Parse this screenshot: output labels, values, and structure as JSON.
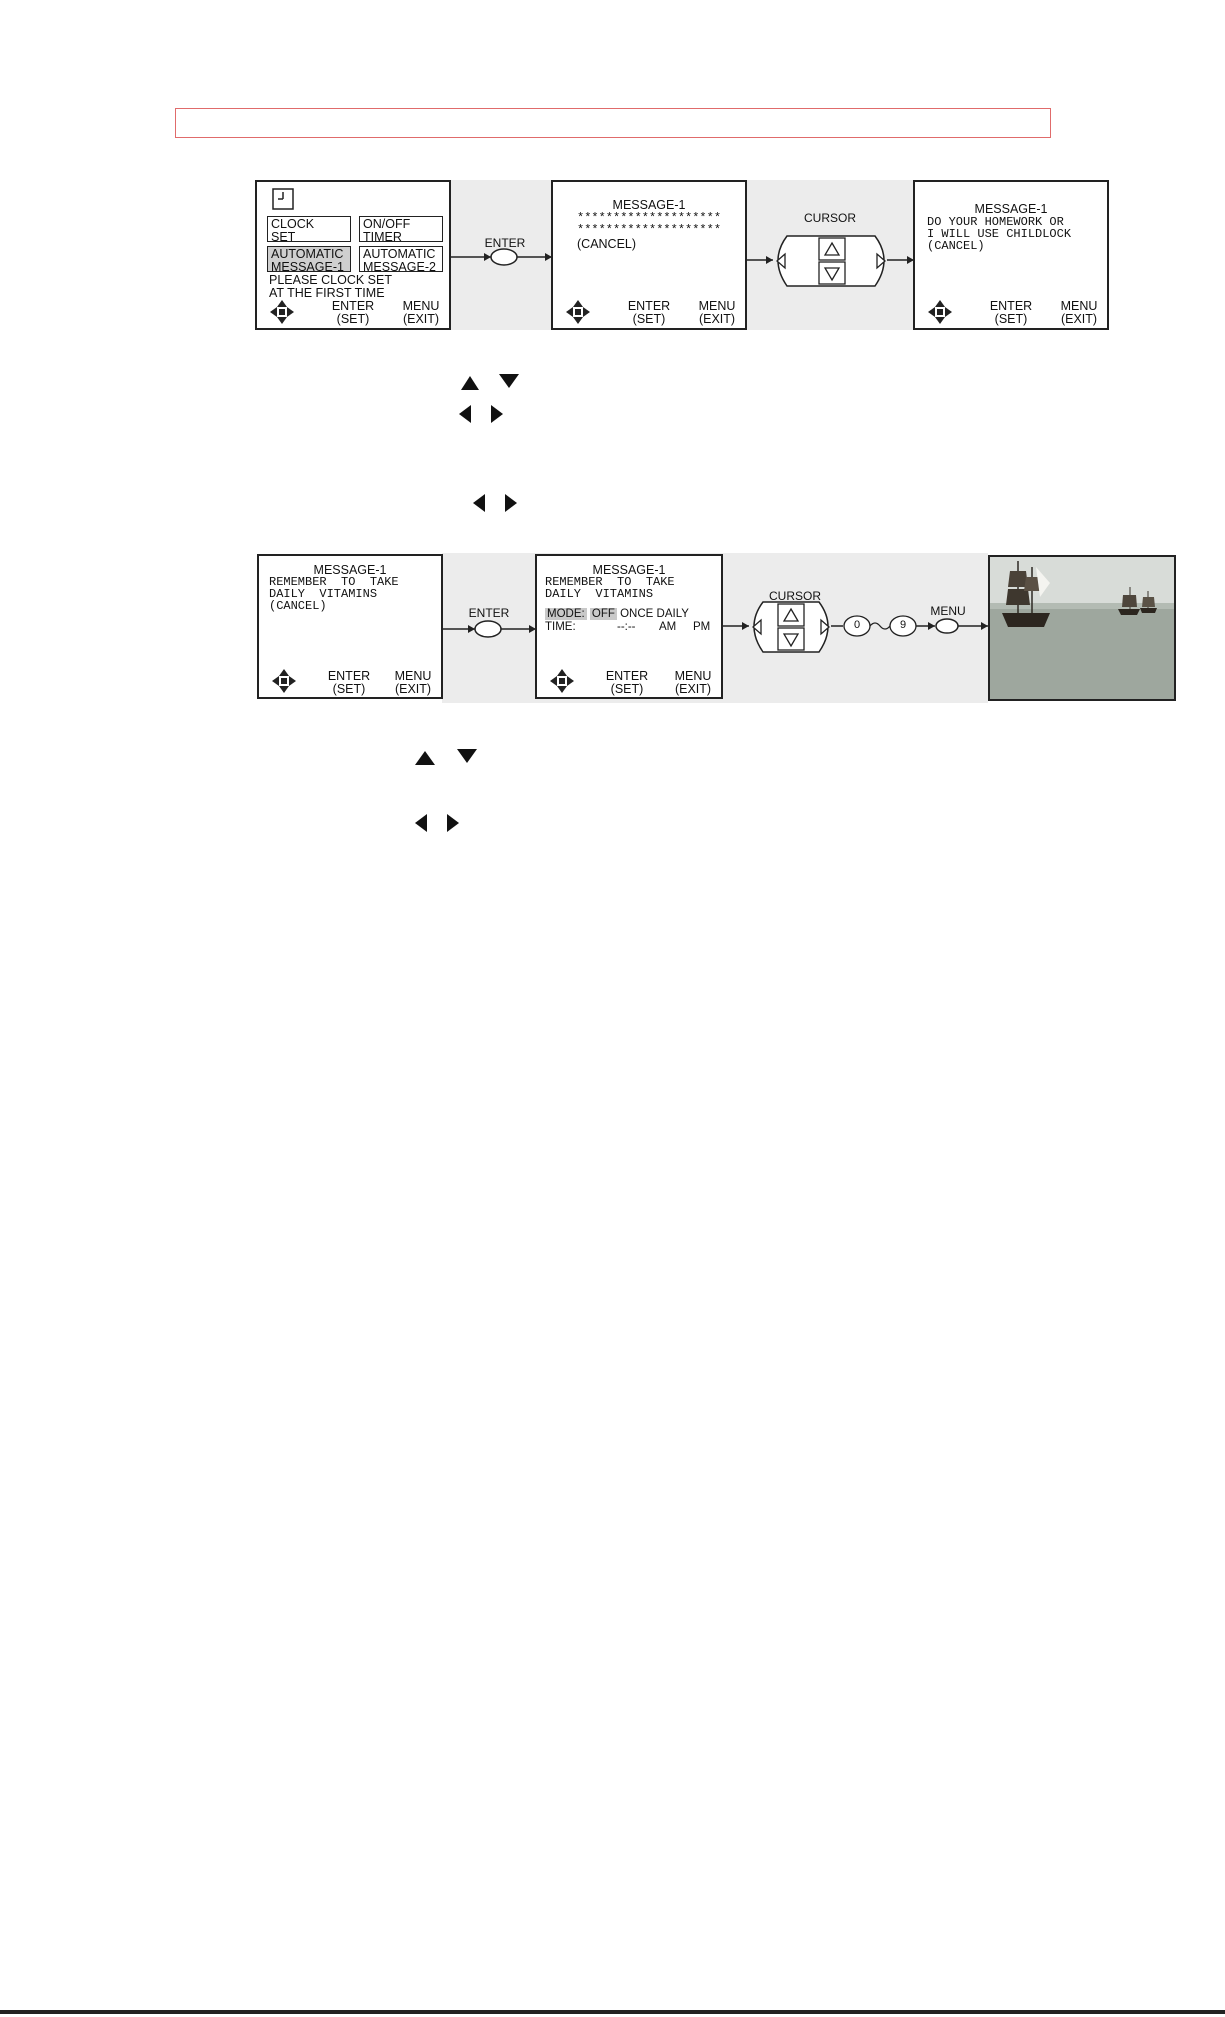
{
  "diagram1": {
    "screen1": {
      "clock_set": "CLOCK\nSET",
      "onoff_timer": "ON/OFF\nTIMER",
      "auto_msg1": "AUTOMATIC\nMESSAGE-1",
      "auto_msg2": "AUTOMATIC\nMESSAGE-2",
      "note": "PLEASE CLOCK SET\nAT THE FIRST TIME",
      "enter": "ENTER\n(SET)",
      "menu": "MENU\n(EXIT)"
    },
    "enter_label": "ENTER",
    "screen2": {
      "title": "MESSAGE-1",
      "stars1": "********************",
      "stars2": "********************",
      "cancel": "(CANCEL)",
      "enter": "ENTER\n(SET)",
      "menu": "MENU\n(EXIT)"
    },
    "cursor_label": "CURSOR",
    "screen3": {
      "title": "MESSAGE-1",
      "line1": "DO YOUR HOMEWORK OR",
      "line2": "I WILL USE CHILDLOCK",
      "cancel": "(CANCEL)",
      "enter": "ENTER\n(SET)",
      "menu": "MENU\n(EXIT)"
    }
  },
  "diagram2": {
    "screen1": {
      "title": "MESSAGE-1",
      "line1": "REMEMBER  TO  TAKE",
      "line2": "DAILY  VITAMINS",
      "cancel": "(CANCEL)",
      "enter": "ENTER\n(SET)",
      "menu": "MENU\n(EXIT)"
    },
    "enter_label": "ENTER",
    "screen2": {
      "title": "MESSAGE-1",
      "line1": "REMEMBER  TO  TAKE",
      "line2": "DAILY  VITAMINS",
      "mode": "MODE:",
      "off": "OFF",
      "once_daily": "ONCE DAILY",
      "time": "TIME:",
      "time_value": "--:--",
      "am": "AM",
      "pm": "PM",
      "enter": "ENTER\n(SET)",
      "menu": "MENU\n(EXIT)"
    },
    "cursor_label": "CURSOR",
    "key_0": "0",
    "key_9": "9",
    "menu_label": "MENU"
  },
  "icons": {
    "nav": "four-way-arrow-icon",
    "clock": "clock-icon",
    "up": "up-triangle-icon",
    "down": "down-triangle-icon",
    "left": "left-triangle-icon",
    "right": "right-triangle-icon"
  }
}
